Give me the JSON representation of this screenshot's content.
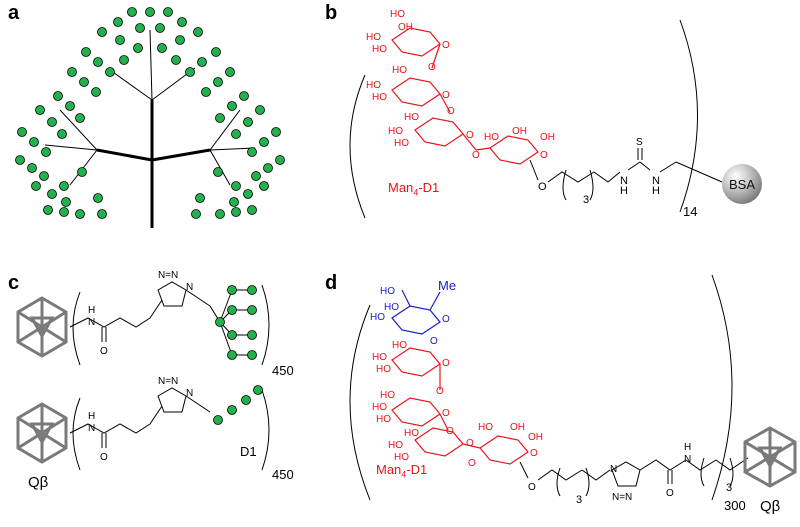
{
  "panels": {
    "a": "a",
    "b": "b",
    "c": "c",
    "d": "d"
  },
  "panel_b": {
    "glycan_label": "Man",
    "glycan_sub": "4",
    "glycan_suffix": "-D1",
    "bsa": "BSA",
    "repeat": "14",
    "chain_n": "3",
    "thio_S": "S",
    "nh1": "N",
    "h1": "H",
    "nh2": "N",
    "h2": "H"
  },
  "panel_c": {
    "top_repeat": "450",
    "bottom_repeat": "450",
    "d1_label": "D1",
    "qbeta": "Qβ"
  },
  "panel_d": {
    "me_label": "Me",
    "glycan_label": "Man",
    "glycan_sub": "4",
    "glycan_suffix": "-D1",
    "repeat": "300",
    "chain_n1": "3",
    "chain_n2": "3",
    "qbeta": "Qβ"
  },
  "colors": {
    "node_green": "#22b14c",
    "glycan_red": "#e8141b",
    "fucose_blue": "#1a1acc",
    "particle_gray": "#7a7a7a"
  }
}
